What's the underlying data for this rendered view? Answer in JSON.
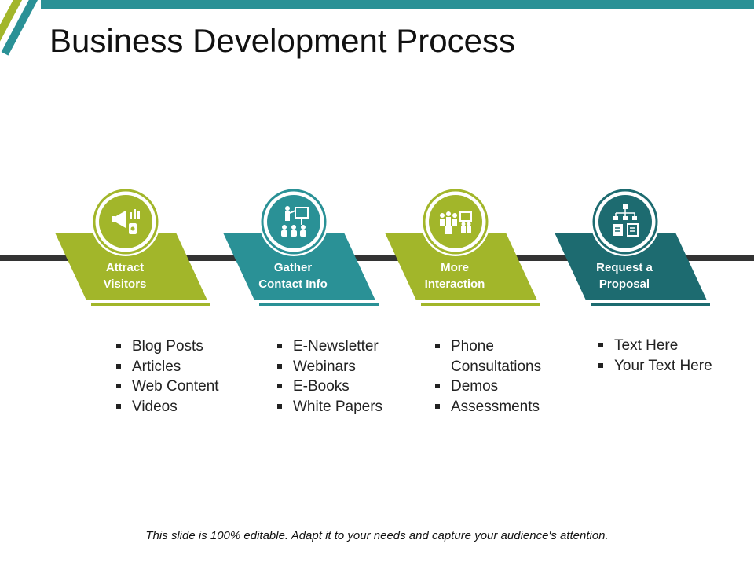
{
  "title": "Business Development Process",
  "colors": {
    "green": "#a2b62a",
    "teal": "#2a9196",
    "dark_teal": "#1d6b70",
    "timeline": "#333333"
  },
  "steps": [
    {
      "label": "Attract\nVisitors",
      "icon": "megaphone-icon",
      "color": "#a2b62a",
      "items": [
        "Blog Posts",
        "Articles",
        "Web Content",
        "Videos"
      ]
    },
    {
      "label": "Gather\nContact Info",
      "icon": "presentation-icon",
      "color": "#2a9196",
      "items": [
        "E-Newsletter",
        "Webinars",
        "E-Books",
        "White Papers"
      ]
    },
    {
      "label": "More\nInteraction",
      "icon": "meeting-icon",
      "color": "#a2b62a",
      "items": [
        "Phone\nConsultations",
        "Demos",
        "Assessments"
      ]
    },
    {
      "label": "Request a\nProposal",
      "icon": "org-chart-icon",
      "color": "#1d6b70",
      "items": [
        "Text Here",
        "Your Text Here"
      ]
    }
  ],
  "footer": "This slide is 100% editable. Adapt it to your needs and capture your audience's attention."
}
